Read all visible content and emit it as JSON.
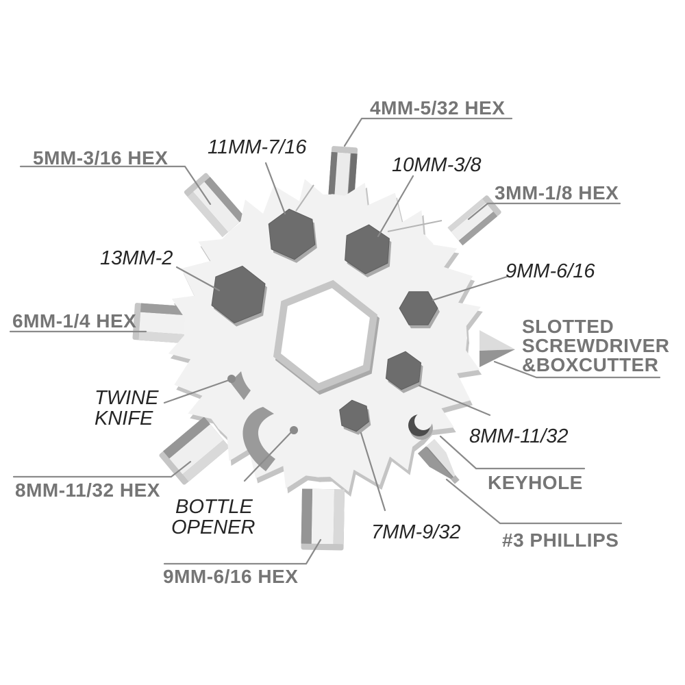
{
  "title": "snowflake multi-tool feature diagram",
  "colors": {
    "background": "#ffffff",
    "body": "#f2f2f2",
    "body_shadow": "#c4c4c4",
    "hole_dark": "#6d6d6d",
    "leader_line": "#8a8a8a",
    "label_bold": "#757575",
    "label_italic": "#252525"
  },
  "labels": {
    "hex4": {
      "text": "4MM-5/32 HEX"
    },
    "hex11": {
      "text": "11MM-7/16"
    },
    "hex5": {
      "text": "5MM-3/16 HEX"
    },
    "hex10": {
      "text": "10MM-3/8"
    },
    "hex3": {
      "text": "3MM-1/8 HEX"
    },
    "hex13": {
      "text": "13MM-2"
    },
    "hex9r": {
      "text": "9MM-6/16"
    },
    "hex6": {
      "text": "6MM-1/4 HEX"
    },
    "slotted": {
      "lines": [
        "SLOTTED",
        "SCREWDRIVER",
        "&BOXCUTTER"
      ]
    },
    "twine": {
      "lines": [
        "TWINE",
        "KNIFE"
      ]
    },
    "hex8r": {
      "text": "8MM-11/32"
    },
    "keyhole": {
      "text": "KEYHOLE"
    },
    "hex8l": {
      "text": "8MM-11/32 HEX"
    },
    "bottle": {
      "lines": [
        "BOTTLE",
        "OPENER"
      ]
    },
    "hex7": {
      "text": "7MM-9/32"
    },
    "phillips": {
      "text": "#3 PHILLIPS"
    },
    "hex9b": {
      "text": "9MM-6/16 HEX"
    }
  },
  "features": [
    "center-hex-socket",
    "hex-hole-13mm",
    "hex-hole-11mm",
    "hex-hole-10mm",
    "hex-hole-9mm",
    "hex-hole-8mm",
    "hex-hole-7mm",
    "hex-bit-4mm",
    "hex-bit-5mm",
    "hex-bit-6mm",
    "hex-bit-8mm",
    "hex-bit-9mm",
    "hex-bit-3mm",
    "slotted-screwdriver-boxcutter-point",
    "phillips-bit",
    "keyhole",
    "bottle-opener",
    "twine-knife"
  ]
}
